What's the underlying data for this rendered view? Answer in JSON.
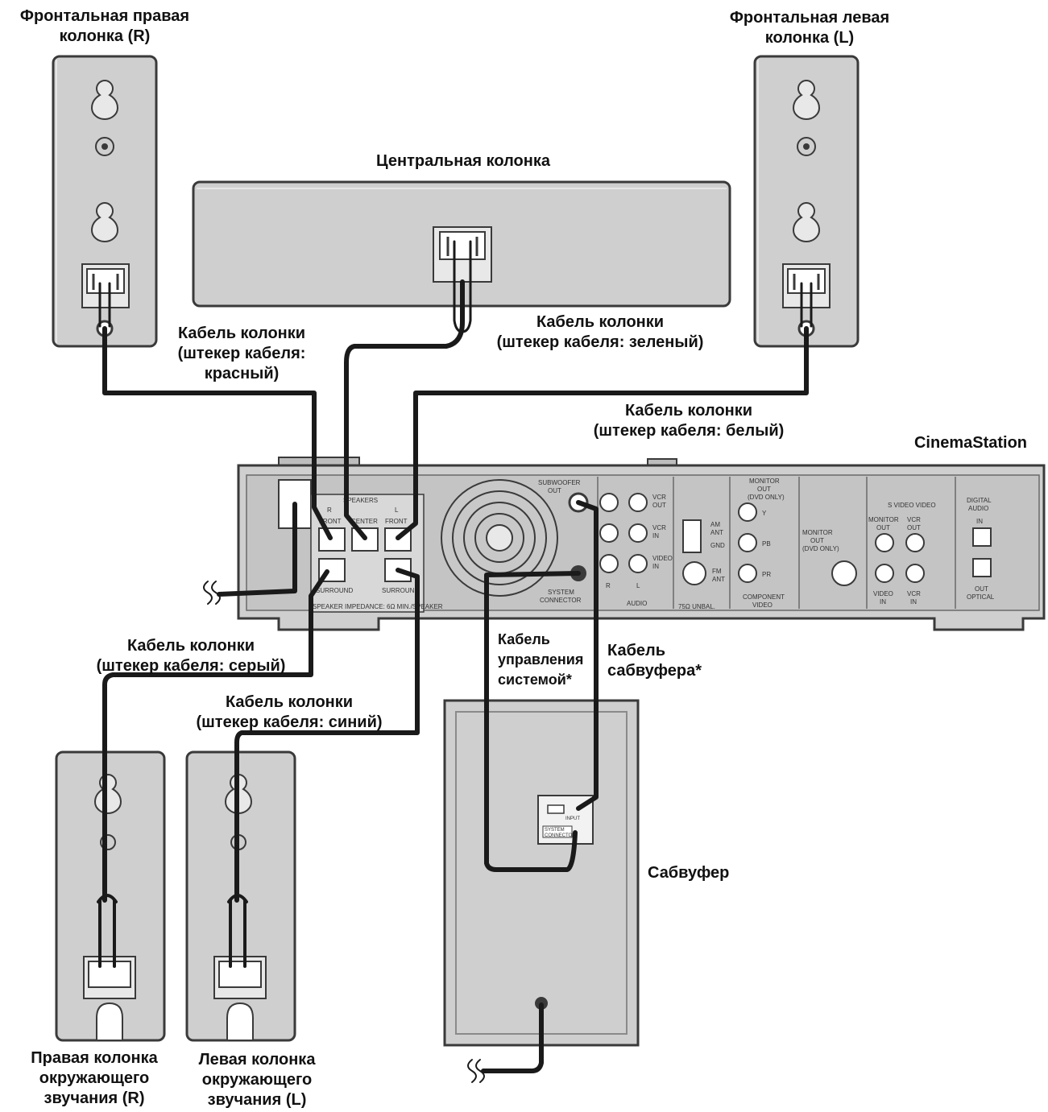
{
  "colors": {
    "body": "#cfcfcf",
    "outline": "#3a3a3a",
    "cable": "#1a1a1a",
    "panel": "#bdbdbd",
    "background": "#ffffff"
  },
  "labels": {
    "front_right": [
      "Фронтальная правая",
      "колонка (R)"
    ],
    "front_left": [
      "Фронтальная левая",
      "колонка (L)"
    ],
    "center": [
      "Центральная колонка"
    ],
    "cable_red": [
      "Кабель колонки",
      "(штекер кабеля:",
      "красный)"
    ],
    "cable_green": [
      "Кабель колонки",
      "(штекер кабеля: зеленый)"
    ],
    "cable_white": [
      "Кабель колонки",
      "(штекер кабеля: белый)"
    ],
    "cinemastation": [
      "CinemaStation"
    ],
    "cable_gray": [
      "Кабель колонки",
      "(штекер кабеля: серый)"
    ],
    "cable_blue": [
      "Кабель колонки",
      "(штекер кабеля: синий)"
    ],
    "system_cable": [
      "Кабель",
      "управления",
      "системой*"
    ],
    "sub_cable": [
      "Кабель",
      "сабвуфера*"
    ],
    "subwoofer": [
      "Сабвуфер"
    ],
    "surround_right": [
      "Правая колонка",
      "окружающего",
      "звучания (R)"
    ],
    "surround_left": [
      "Левая колонка",
      "окружающего",
      "звучания (L)"
    ]
  },
  "panel": {
    "speakers": "SPEAKERS",
    "r_mark": "R",
    "l_mark": "L",
    "front": "FRONT",
    "center": "CENTER",
    "surround": "SURROUND",
    "impedance": "SPEAKER IMPEDANCE: 6Ω MIN./SPEAKER",
    "subwoofer_out": [
      "SUBWOOFER",
      "OUT"
    ],
    "system_connector": [
      "SYSTEM",
      "CONNECTOR"
    ],
    "vcr_out": [
      "VCR",
      "OUT"
    ],
    "vcr_in": [
      "VCR",
      "IN"
    ],
    "video_in": [
      "VIDEO",
      "IN"
    ],
    "audio": "AUDIO",
    "audio_r": "R",
    "audio_l": "L",
    "am_ant": [
      "AM",
      "ANT"
    ],
    "gnd": "GND",
    "fm_ant": [
      "FM",
      "ANT"
    ],
    "unbal": "75Ω UNBAL.",
    "monitor_out_top": [
      "MONITOR",
      "OUT",
      "(DVD ONLY)"
    ],
    "y": "Y",
    "pb": "PB",
    "pr": "PR",
    "component_video": [
      "COMPONENT",
      "VIDEO"
    ],
    "monitor_out_mid": [
      "MONITOR",
      "OUT",
      "(DVD ONLY)"
    ],
    "s_video_video": "S VIDEO VIDEO",
    "monitor_out_r": [
      "MONITOR",
      "OUT"
    ],
    "vcr_out_r": [
      "VCR",
      "OUT"
    ],
    "video_in_r": [
      "VIDEO",
      "IN"
    ],
    "vcr_in_r": [
      "VCR",
      "IN"
    ],
    "digital_audio": [
      "DIGITAL",
      "AUDIO"
    ],
    "in": "IN",
    "out_optical": [
      "OUT",
      "OPTICAL"
    ],
    "sub_panel_top": "INPUT",
    "sub_panel_bottom": [
      "SYSTEM",
      "CONNECTOR"
    ]
  }
}
